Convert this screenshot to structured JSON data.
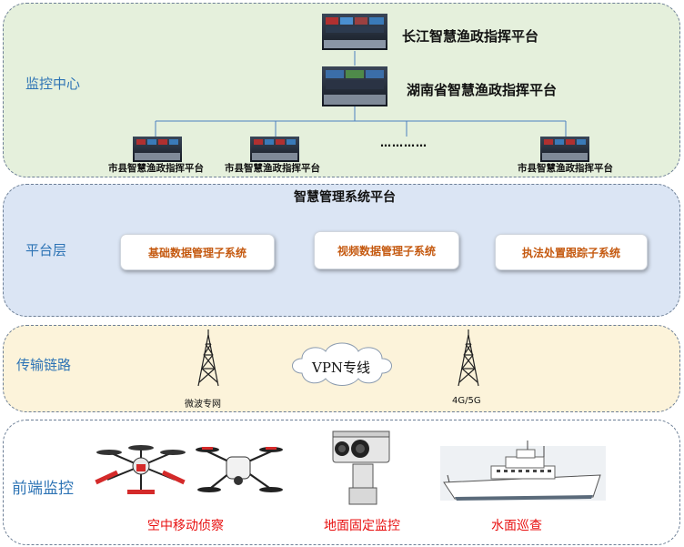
{
  "monitor_center": {
    "label": "监控中心",
    "top_platform": "长江智慧渔政指挥平台",
    "province_platform": "湖南省智慧渔政指挥平台",
    "ellipsis": "…………",
    "city_platforms": [
      "市县智慧渔政指挥平台",
      "市县智慧渔政指挥平台",
      "市县智慧渔政指挥平台"
    ]
  },
  "platform_layer": {
    "label": "平台层",
    "title": "智慧管理系统平台",
    "subsystems": [
      "基础数据管理子系统",
      "视频数据管理子系统",
      "执法处置跟踪子系统"
    ]
  },
  "transmission": {
    "label": "传输链路",
    "vpn": "VPN专线",
    "tower_left": "微波专网",
    "tower_right": "4G/5G"
  },
  "front_end": {
    "label": "前端监控",
    "items": [
      "空中移动侦察",
      "地面固定监控",
      "水面巡查"
    ]
  },
  "colors": {
    "monitor_bg": "#e5f0dc",
    "platform_bg": "#dbe5f4",
    "transmission_bg": "#fcf3da",
    "frontend_bg": "#ffffff",
    "label_blue": "#2e74b5",
    "subsystem_text": "#c55a11",
    "frontend_text": "#e81010"
  }
}
